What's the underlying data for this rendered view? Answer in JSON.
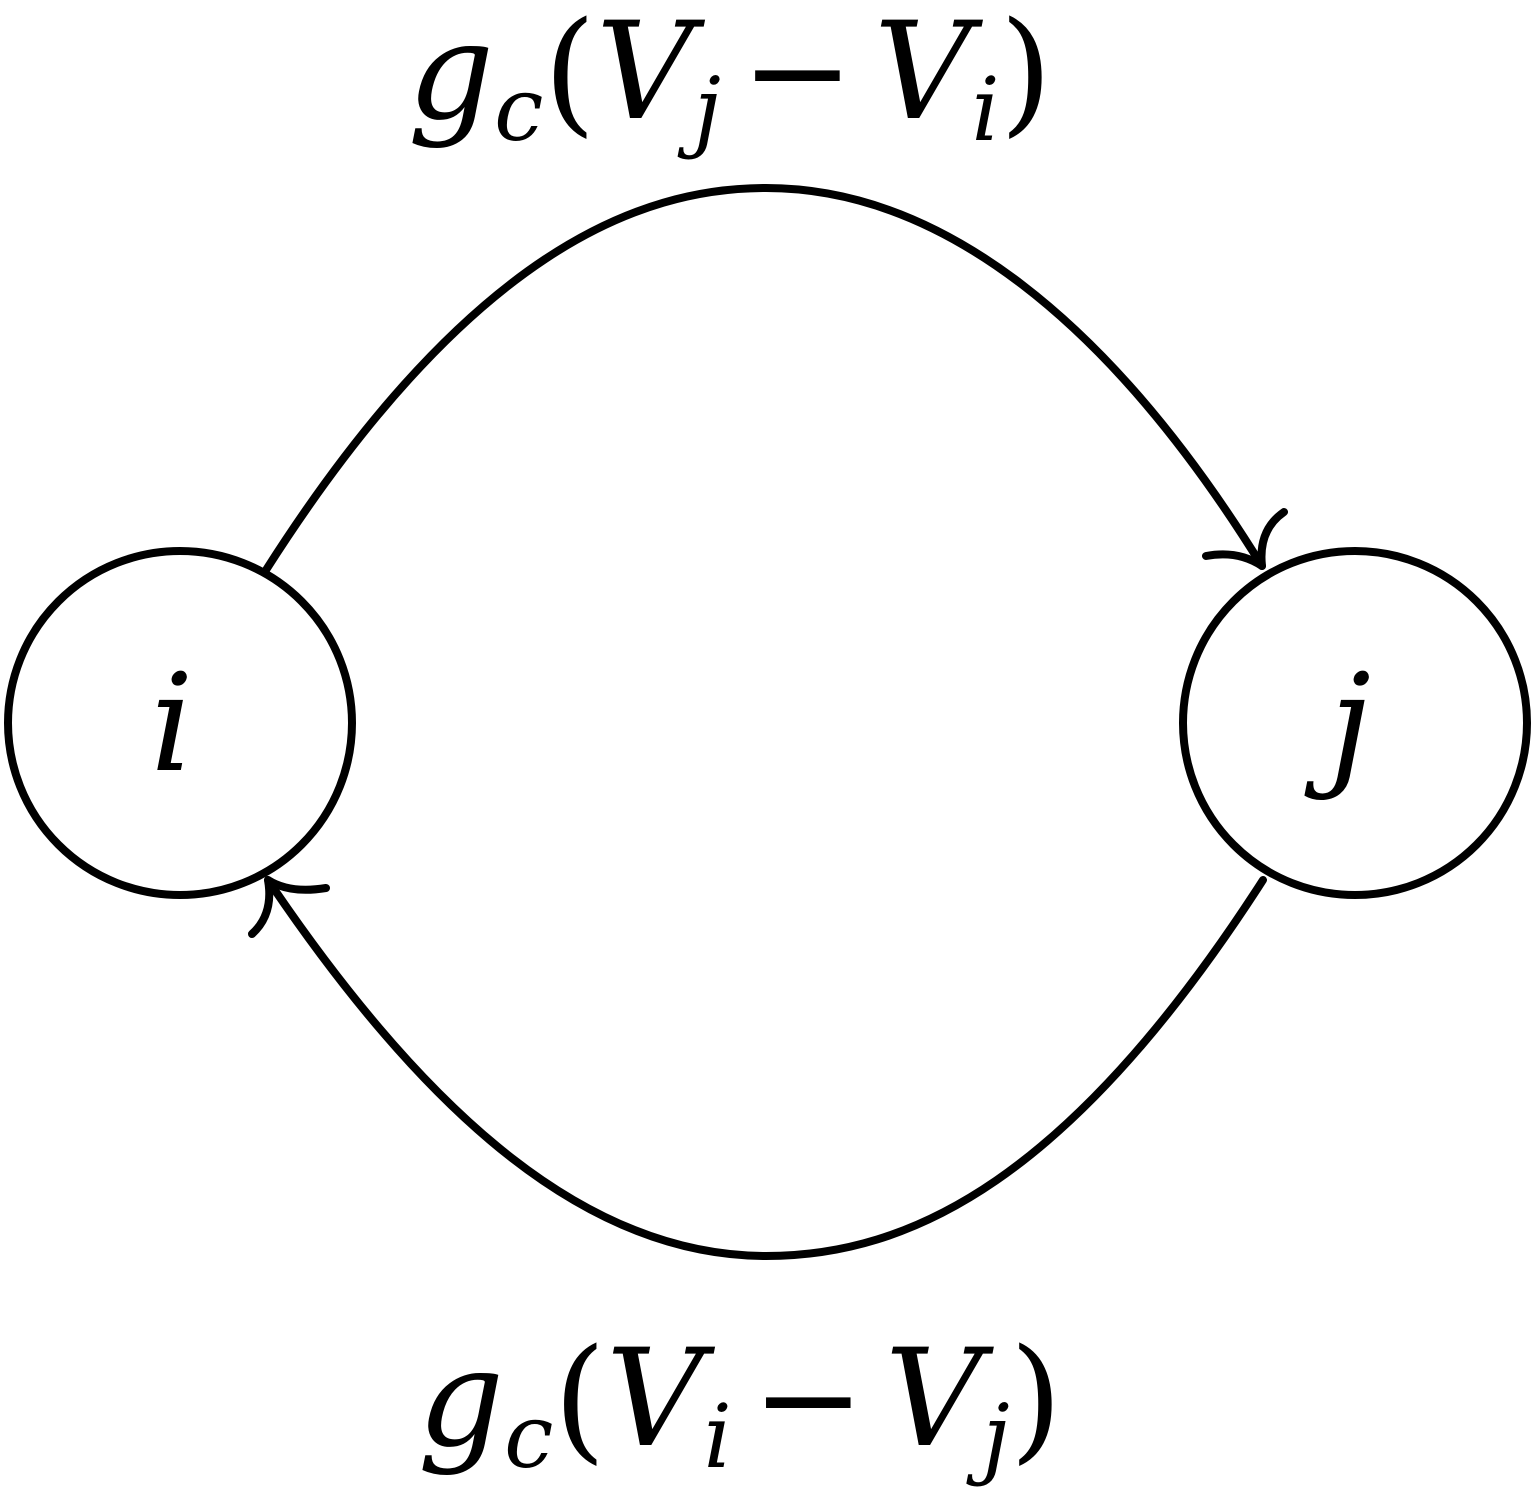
{
  "nodes": {
    "i": {
      "label": "i"
    },
    "j": {
      "label": "j"
    }
  },
  "edges": {
    "top": {
      "label": {
        "g": "g",
        "g_sub": "c",
        "open": "(",
        "V1": "V",
        "V1_sub": "j",
        "minus": "−",
        "V2": "V",
        "V2_sub": "i",
        "close": ")"
      }
    },
    "bottom": {
      "label": {
        "g": "g",
        "g_sub": "c",
        "open": "(",
        "V1": "V",
        "V1_sub": "i",
        "minus": "−",
        "V2": "V",
        "V2_sub": "j",
        "close": ")"
      }
    }
  },
  "colors": {
    "stroke": "#000000",
    "background": "#ffffff"
  }
}
